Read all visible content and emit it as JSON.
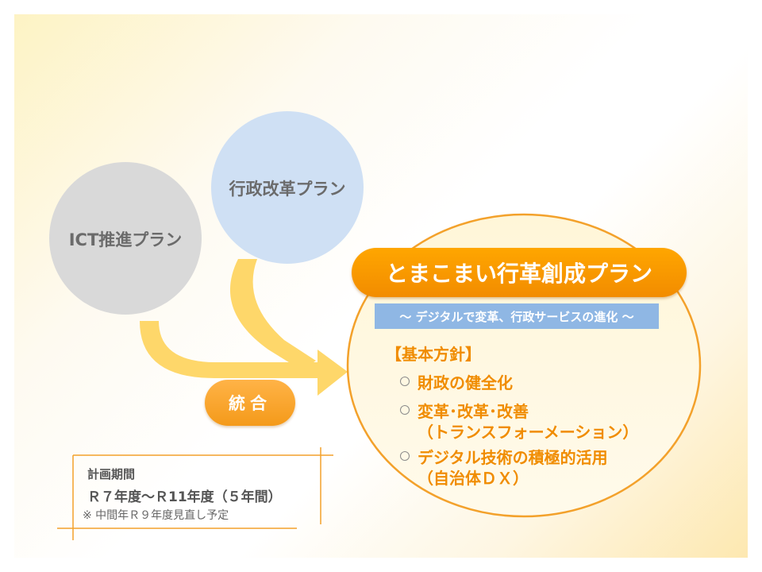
{
  "circles": {
    "ict": {
      "label": "ICT推進プラン"
    },
    "admin_reform": {
      "label": "行政改革プラン"
    }
  },
  "main_plan": {
    "title": "とまこまい行革創成プラン",
    "subtitle": "～ デジタルで変革、行政サービスの進化 ～",
    "policy_heading": "【基本方針】",
    "policies": [
      {
        "line1": "財政の健全化",
        "line2": ""
      },
      {
        "line1": "変革･改革･改善",
        "line2": "（トランスフォーメーション）"
      },
      {
        "line1": "デジタル技術の積極的活用",
        "line2": "（自治体ＤＸ）"
      }
    ],
    "bullet_glyph": "○"
  },
  "integrate_label": "統合",
  "period": {
    "heading": "計画期間",
    "range": "Ｒ７年度～Ｒ11年度（５年間）",
    "note": "※ 中間年Ｒ９年度見直し予定"
  },
  "colors": {
    "orange": "#f08c00",
    "orange_light": "#ffa600",
    "arrow_yellow": "#fed76a",
    "circle_grey": "#d9d9d9",
    "circle_blue": "#cfe0f4",
    "subtitle_blue": "#8fb7e4"
  }
}
